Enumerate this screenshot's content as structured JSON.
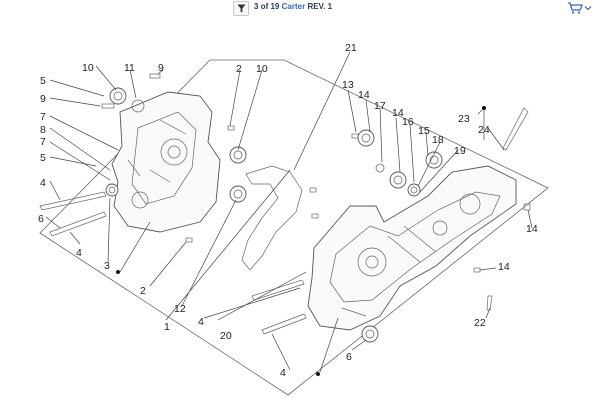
{
  "toolbar": {
    "filter_icon": "filter-funnel-icon",
    "page_current": "3",
    "page_of": "of",
    "page_total": "19",
    "section": "Carter",
    "revision": "REV. 1",
    "cart_icon": "cart-icon"
  },
  "diagram": {
    "labels": [
      "1",
      "2",
      "2",
      "3",
      "4",
      "4",
      "4",
      "4",
      "5",
      "5",
      "6",
      "6",
      "7",
      "7",
      "8",
      "9",
      "9",
      "10",
      "10",
      "11",
      "12",
      "13",
      "14",
      "14",
      "14",
      "14",
      "15",
      "16",
      "17",
      "18",
      "19",
      "20",
      "21",
      "22",
      "23",
      "24"
    ]
  }
}
